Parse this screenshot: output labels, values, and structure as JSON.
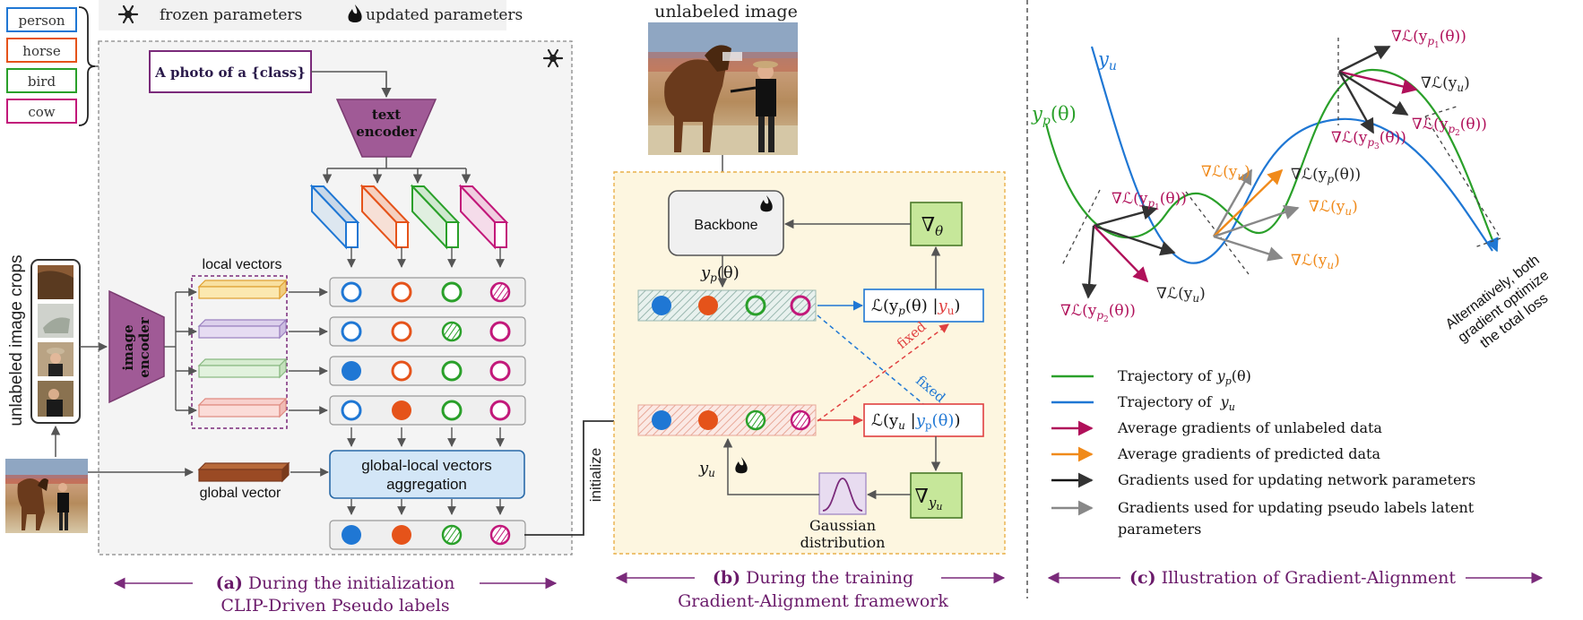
{
  "legend_top": {
    "frozen": "frozen parameters",
    "updated": "updated parameters"
  },
  "classes": [
    "person",
    "horse",
    "bird",
    "cow"
  ],
  "colors": {
    "person": "#1f77d4",
    "horse": "#e5531a",
    "bird": "#2aa02a",
    "cow": "#c2187a",
    "encoder": "#a05a96",
    "green_box": "#c6e79a",
    "panel_b_bg": "#fdf6e0",
    "panel_a_bg": "#f4f4f4",
    "agg_box": "#d3e6f7",
    "arrow_purple": "#7a2a7a"
  },
  "panel_a": {
    "prompt": "A photo of a {class}",
    "text_encoder": [
      "text",
      "encoder"
    ],
    "image_encoder": [
      "image",
      "encoder"
    ],
    "local_vectors": "local vectors",
    "global_vector": "global vector",
    "crops_label": "unlabeled image crops",
    "aggregation": [
      "global-local vectors",
      "aggregation"
    ],
    "initialize": "initialize",
    "caption_prefix": "(a)",
    "caption_line1": "During the initialization",
    "caption_line2": "CLIP-Driven Pseudo labels"
  },
  "panel_b": {
    "image_label": "unlabeled image",
    "backbone": "Backbone",
    "grad_theta": "∇",
    "grad_theta_sub": "θ",
    "yp_label": "y",
    "yp_sub": "p",
    "yp_arg": "(θ)",
    "loss1_pre": "ℒ(y",
    "loss1_sub": "p",
    "loss1_mid": "(θ) |",
    "loss1_cond": "y",
    "loss1_cond_sub": "u",
    "loss1_post": ")",
    "loss2_pre": "ℒ(y",
    "loss2_sub": "u",
    "loss2_mid": " |",
    "loss2_cond": "y",
    "loss2_cond_sub": "p",
    "loss2_cond_arg": "(θ)",
    "loss2_post": ")",
    "fixed_red": "fixed",
    "fixed_blue": "fixed",
    "yu_label": "y",
    "yu_sub": "u",
    "grad_yu": "∇",
    "grad_yu_sub": "y",
    "grad_yu_subsub": "u",
    "gaussian": [
      "Gaussian",
      "distribution"
    ],
    "caption_prefix": "(b)",
    "caption_line1": "During the training",
    "caption_line2": "Gradient-Alignment framework"
  },
  "panel_c": {
    "yu": "y",
    "yu_sub": "u",
    "yp": "y",
    "yp_sub": "p",
    "yp_arg": "(θ)",
    "grad_labels": {
      "g_yp1_top": "∇ℒ(y",
      "g_yu_top": "∇ℒ(y",
      "g_yp2_top": "∇ℒ(y",
      "g_yp3": "∇ℒ(y",
      "g_yu_mid_orange": "∇ℒ(y",
      "g_yp_mid": "∇ℒ(y",
      "g_yu_mid_orange2": "∇ℒ(y",
      "g_yu_mid_orange3": "∇ℒ(y",
      "g_yp1_left": "∇ℒ(y",
      "g_yu_left": "∇ℒ(y",
      "g_yp2_left": "∇ℒ(y"
    },
    "alt_note": [
      "Alternatively, both",
      "gradient optimize",
      "the total loss"
    ],
    "legend": [
      {
        "text": "Trajectory of",
        "math": "y",
        "sub": "p",
        "arg": "(θ)",
        "color": "#2aa02a"
      },
      {
        "text": "Trajectory of",
        "math": "y",
        "sub": "u",
        "arg": "",
        "color": "#1f77d4"
      },
      {
        "text": "Average gradients of unlabeled data",
        "math": "",
        "sub": "",
        "arg": "",
        "color": "#b0105a"
      },
      {
        "text": "Average gradients of predicted data",
        "math": "",
        "sub": "",
        "arg": "",
        "color": "#f08a1a"
      },
      {
        "text": "Gradients used for updating network parameters",
        "math": "",
        "sub": "",
        "arg": "",
        "color": "#111111"
      },
      {
        "text": "Gradients used for updating pseudo labels latent",
        "math": "",
        "sub": "",
        "arg": "",
        "color": "#888888"
      }
    ],
    "legend_last_line2": "parameters",
    "caption_prefix": "(c)",
    "caption_line1": "Illustration of Gradient-Alignment"
  }
}
